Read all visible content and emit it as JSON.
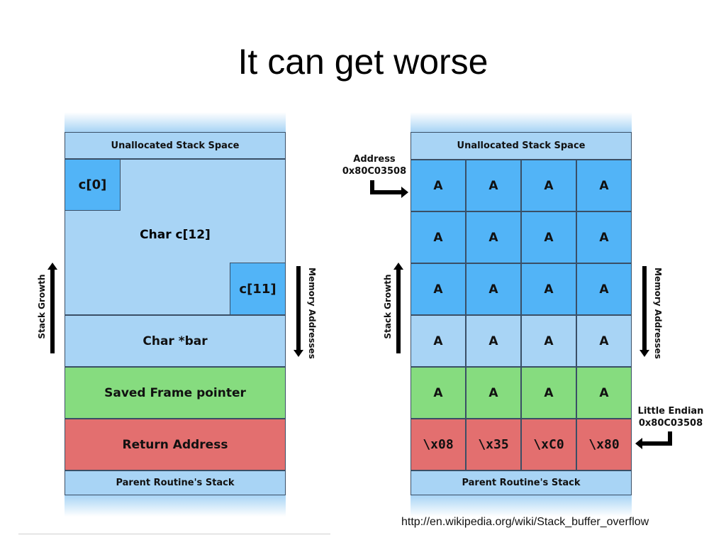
{
  "slide": {
    "title": "It can get worse",
    "source_url": "http://en.wikipedia.org/wiki/Stack_buffer_overflow"
  },
  "left_diagram": {
    "unallocated": "Unallocated Stack Space",
    "c0": "c[0]",
    "char_array": "Char c[12]",
    "c11": "c[11]",
    "char_ptr": "Char *bar",
    "saved_frame": "Saved Frame pointer",
    "return_address": "Return Address",
    "parent_stack": "Parent Routine's Stack",
    "stack_growth": "Stack Growth",
    "memory_addresses": "Memory Addresses"
  },
  "right_diagram": {
    "unallocated": "Unallocated Stack Space",
    "rows": [
      [
        "A",
        "A",
        "A",
        "A"
      ],
      [
        "A",
        "A",
        "A",
        "A"
      ],
      [
        "A",
        "A",
        "A",
        "A"
      ],
      [
        "A",
        "A",
        "A",
        "A"
      ],
      [
        "A",
        "A",
        "A",
        "A"
      ],
      [
        "\\x08",
        "\\x35",
        "\\xC0",
        "\\x80"
      ]
    ],
    "parent_stack": "Parent Routine's Stack",
    "stack_growth": "Stack Growth",
    "memory_addresses": "Memory Addresses",
    "address_label": "Address",
    "address_value": "0x80C03508",
    "endian_label": "Little Endian",
    "endian_value": "0x80C03508"
  },
  "colors": {
    "light_blue": "#a8d4f5",
    "blue": "#52b4f7",
    "green": "#86dc7f",
    "red": "#e36f6f"
  }
}
